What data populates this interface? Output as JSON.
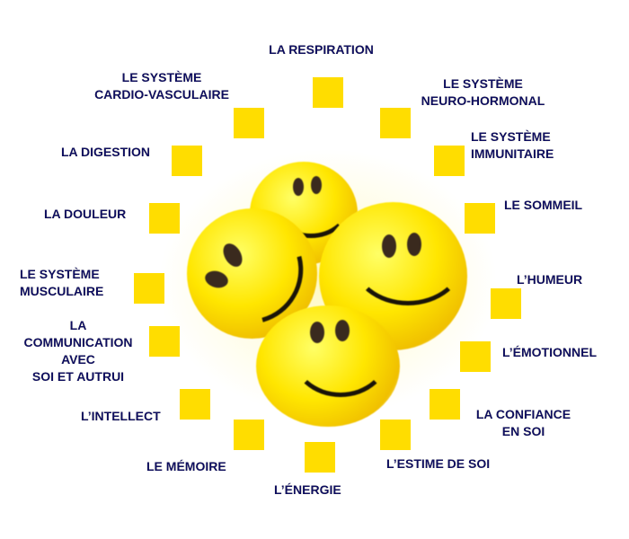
{
  "diagram": {
    "center_image": "four-yellow-smiley-balls",
    "marker_color": "#ffdd00",
    "text_color": "#0d0d5e",
    "items": [
      {
        "id": "respiration",
        "lines": [
          "LA RESPIRATION"
        ]
      },
      {
        "id": "cardio",
        "lines": [
          "LE SYSTÈME",
          "CARDIO-VASCULAIRE"
        ]
      },
      {
        "id": "neuro",
        "lines": [
          "LE SYSTÈME",
          "NEURO-HORMONAL"
        ]
      },
      {
        "id": "digestion",
        "lines": [
          "LA DIGESTION"
        ]
      },
      {
        "id": "immunitaire",
        "lines": [
          "LE SYSTÈME",
          "IMMUNITAIRE"
        ]
      },
      {
        "id": "douleur",
        "lines": [
          "LA DOULEUR"
        ]
      },
      {
        "id": "sommeil",
        "lines": [
          "LE SOMMEIL"
        ]
      },
      {
        "id": "musculaire",
        "lines": [
          "LE SYSTÈME",
          "MUSCULAIRE"
        ]
      },
      {
        "id": "humeur",
        "lines": [
          "L’HUMEUR"
        ]
      },
      {
        "id": "communication",
        "lines": [
          "LA",
          "COMMUNICATION",
          "AVEC",
          "SOI ET AUTRUI"
        ]
      },
      {
        "id": "emotionnel",
        "lines": [
          "L’ÉMOTIONNEL"
        ]
      },
      {
        "id": "intellect",
        "lines": [
          "L’INTELLECT"
        ]
      },
      {
        "id": "confiance",
        "lines": [
          "LA CONFIANCE",
          "EN SOI"
        ]
      },
      {
        "id": "memoire",
        "lines": [
          "LE MÉMOIRE"
        ]
      },
      {
        "id": "estime",
        "lines": [
          "L’ESTIME DE SOI"
        ]
      },
      {
        "id": "energie",
        "lines": [
          "L’ÉNERGIE"
        ]
      }
    ]
  }
}
